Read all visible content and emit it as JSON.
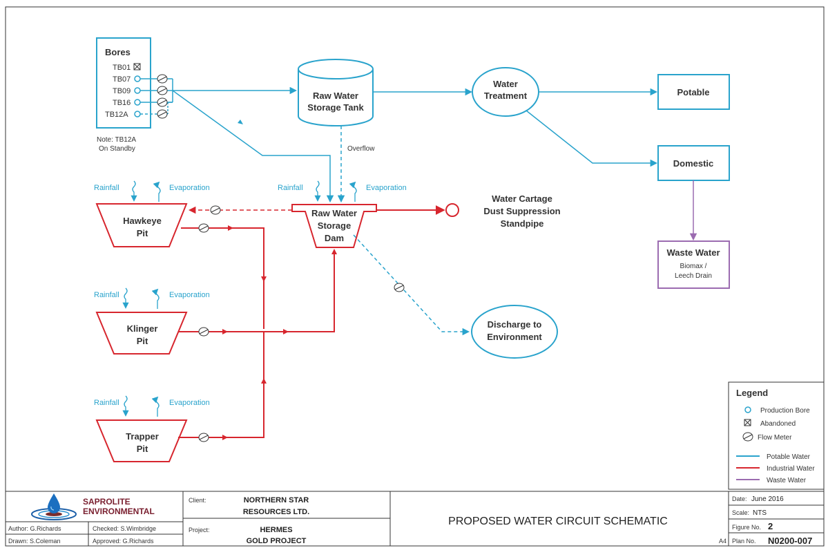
{
  "colors": {
    "potable": "#29a3cc",
    "industrial": "#d7262e",
    "waste": "#9b6bb0",
    "frame": "#333333"
  },
  "diagram": {
    "bores": {
      "title": "Bores",
      "items": [
        "TB01",
        "TB07",
        "TB09",
        "TB16",
        "TB12A"
      ],
      "note_line1": "Note: TB12A",
      "note_line2": "On Standby"
    },
    "raw_water_tank": {
      "line1": "Raw Water",
      "line2": "Storage Tank"
    },
    "overflow": "Overflow",
    "water_treatment": {
      "line1": "Water",
      "line2": "Treatment"
    },
    "potable": "Potable",
    "domestic": "Domestic",
    "waste_water": {
      "title": "Waste Water",
      "line1": "Biomax /",
      "line2": "Leech Drain"
    },
    "rainfall": "Rainfall",
    "evaporation": "Evaporation",
    "hawkeye_pit": {
      "line1": "Hawkeye",
      "line2": "Pit"
    },
    "klinger_pit": {
      "line1": "Klinger",
      "line2": "Pit"
    },
    "trapper_pit": {
      "line1": "Trapper",
      "line2": "Pit"
    },
    "raw_water_dam": {
      "line1": "Raw Water",
      "line2": "Storage",
      "line3": "Dam"
    },
    "water_cartage": {
      "line1": "Water Cartage",
      "line2": "Dust Suppression",
      "line3": "Standpipe"
    },
    "discharge": {
      "line1": "Discharge to",
      "line2": "Environment"
    }
  },
  "legend": {
    "title": "Legend",
    "production_bore": "Production Bore",
    "abandoned": "Abandoned",
    "flow_meter": "Flow Meter",
    "potable_water": "Potable Water",
    "industrial_water": "Industrial Water",
    "waste_water": "Waste Water"
  },
  "title_block": {
    "company_line1": "SAPROLITE",
    "company_line2": "ENVIRONMENTAL",
    "author": "Author:  G.Richards",
    "checked": "Checked:  S.Wimbridge",
    "drawn": "Drawn:  S.Coleman",
    "approved": "Approved:  G.Richards",
    "client_label": "Client:",
    "client_line1": "NORTHERN STAR",
    "client_line2": "RESOURCES LTD.",
    "project_label": "Project:",
    "project_line1": "HERMES",
    "project_line2": "GOLD PROJECT",
    "drawing_title": "PROPOSED WATER CIRCUIT SCHEMATIC",
    "sheet_size": "A4",
    "date_label": "Date:",
    "date_value": "June 2016",
    "scale_label": "Scale:",
    "scale_value": "NTS",
    "figure_label": "Figure No.",
    "figure_value": "2",
    "plan_label": "Plan No.",
    "plan_value": "N0200-007"
  }
}
